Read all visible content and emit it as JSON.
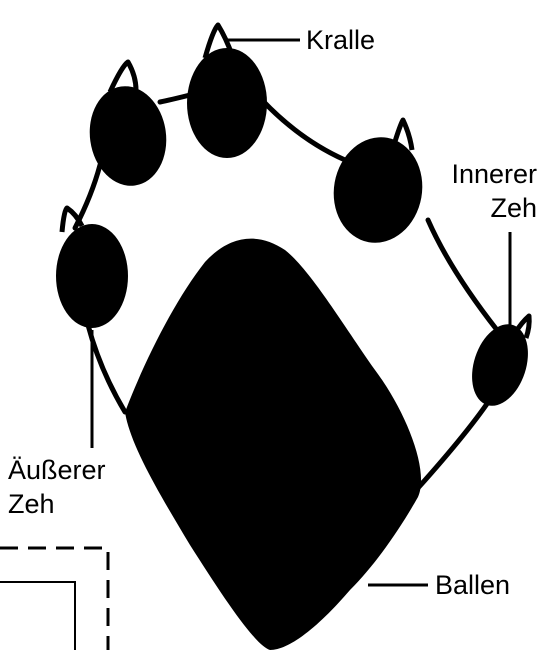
{
  "diagram": {
    "labels": {
      "claw": "Kralle",
      "inner_toe_line1": "Innerer",
      "inner_toe_line2": "Zeh",
      "outer_toe_line1": "Äußerer",
      "outer_toe_line2": "Zeh",
      "pad": "Ballen"
    },
    "colors": {
      "ink": "#000000",
      "background": "#ffffff"
    }
  }
}
